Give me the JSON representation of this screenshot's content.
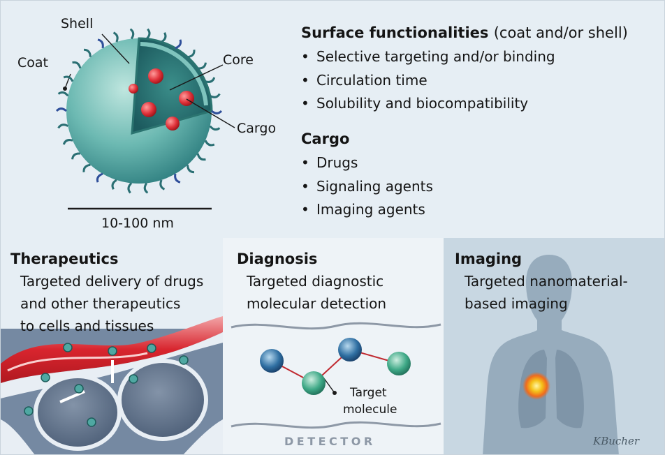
{
  "particle": {
    "labels": {
      "shell": "Shell",
      "coat": "Coat",
      "core": "Core",
      "cargo": "Cargo"
    },
    "scale_label": "10-100 nm"
  },
  "surface": {
    "heading": "Surface functionalities",
    "heading_suffix": "(coat and/or shell)",
    "items": [
      "Selective targeting and/or binding",
      "Circulation time",
      "Solubility and biocompatibility"
    ]
  },
  "cargo": {
    "heading": "Cargo",
    "items": [
      "Drugs",
      "Signaling agents",
      "Imaging agents"
    ]
  },
  "therapeutics": {
    "heading": "Therapeutics",
    "lines": [
      "Targeted delivery of drugs",
      "and other therapeutics",
      "to cells and tissues"
    ]
  },
  "diagnosis": {
    "heading": "Diagnosis",
    "lines": [
      "Targeted diagnostic",
      "molecular detection"
    ],
    "target_label": [
      "Target",
      "molecule"
    ],
    "detector": "DETECTOR"
  },
  "imaging": {
    "heading": "Imaging",
    "lines": [
      "Targeted nanomaterial-",
      "based imaging"
    ]
  },
  "signature": "KBucher",
  "colors": {
    "particle": "#4fa8a2",
    "cargo": "#e0323a",
    "blood_vessel": "#d8252e",
    "cell": "#53657e",
    "tumor": "#f5c21a"
  }
}
